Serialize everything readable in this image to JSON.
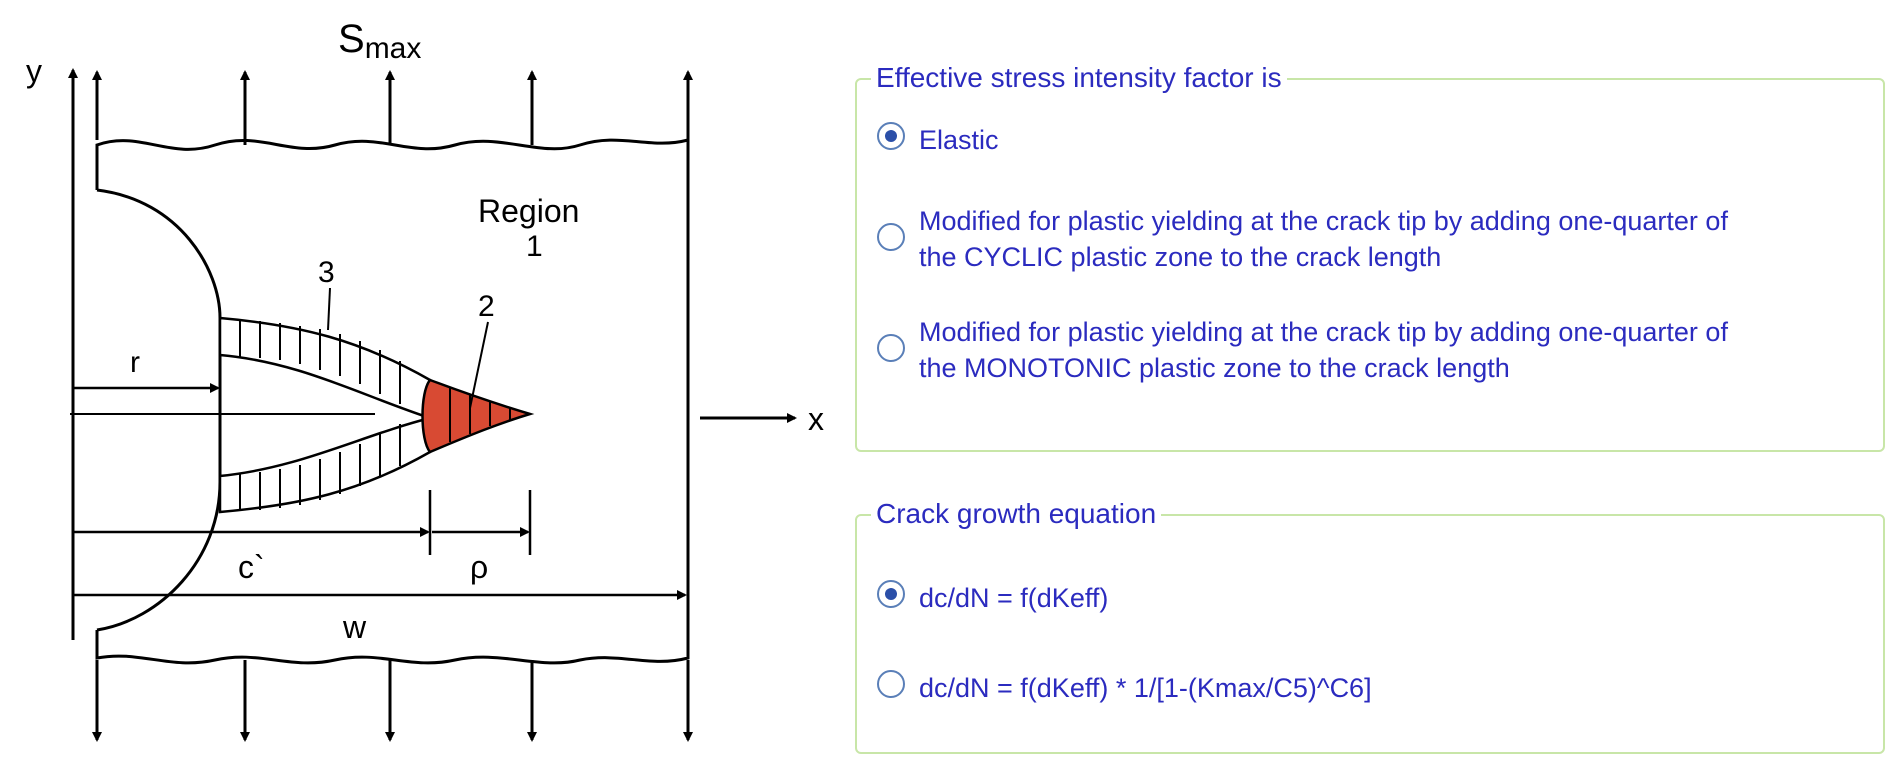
{
  "diagram": {
    "y_axis": "y",
    "x_axis": "x",
    "load_symbol": "S",
    "load_subscript": "max",
    "region1_line1": "Region",
    "region1_line2": "1",
    "region2_label": "2",
    "region3_label": "3",
    "dim_r": "r",
    "dim_c": "c`",
    "dim_rho": "ρ",
    "dim_w": "w",
    "plastic_zone_color": "#d84a33"
  },
  "effective_group": {
    "title": "Effective stress intensity factor is",
    "options": [
      {
        "label": "Elastic",
        "selected": true
      },
      {
        "label_line1": "Modified for plastic yielding at the crack tip by adding one-quarter of",
        "label_line2": "the CYCLIC plastic zone to the crack length",
        "selected": false
      },
      {
        "label_line1": "Modified for plastic yielding at the crack tip by adding one-quarter of",
        "label_line2": "the MONOTONIC plastic zone to the crack length",
        "selected": false
      }
    ]
  },
  "crack_group": {
    "title": "Crack growth equation",
    "options": [
      {
        "label": "dc/dN = f(dKeff)",
        "selected": true
      },
      {
        "label": "dc/dN = f(dKeff) * 1/[1-(Kmax/C5)^C6]",
        "selected": false
      }
    ]
  },
  "colors": {
    "accent_text": "#2b2bbf",
    "group_border": "#c8e6a8",
    "radio_dot": "#2b4fa8"
  }
}
